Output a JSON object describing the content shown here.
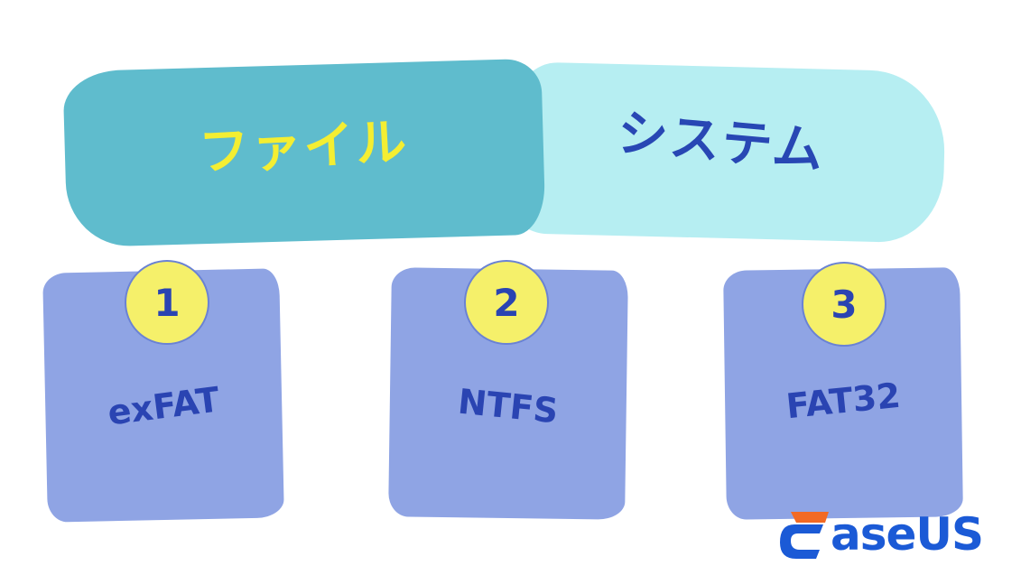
{
  "title": {
    "left_text": "ファイル",
    "right_text": "システム"
  },
  "cards": [
    {
      "number": "1",
      "label": "exFAT"
    },
    {
      "number": "2",
      "label": "NTFS"
    },
    {
      "number": "3",
      "label": "FAT32"
    }
  ],
  "logo": {
    "word": "aseUS"
  },
  "colors": {
    "title_left_bg": "#5fbccd",
    "title_right_bg": "#b6eef2",
    "title_left_text": "#f4ee32",
    "title_right_text": "#2847b4",
    "card_bg": "#8fa4e4",
    "card_text": "#2a44b2",
    "badge_bg": "#f5f06a",
    "logo_blue": "#1b5ad6",
    "logo_orange": "#f26a24"
  }
}
